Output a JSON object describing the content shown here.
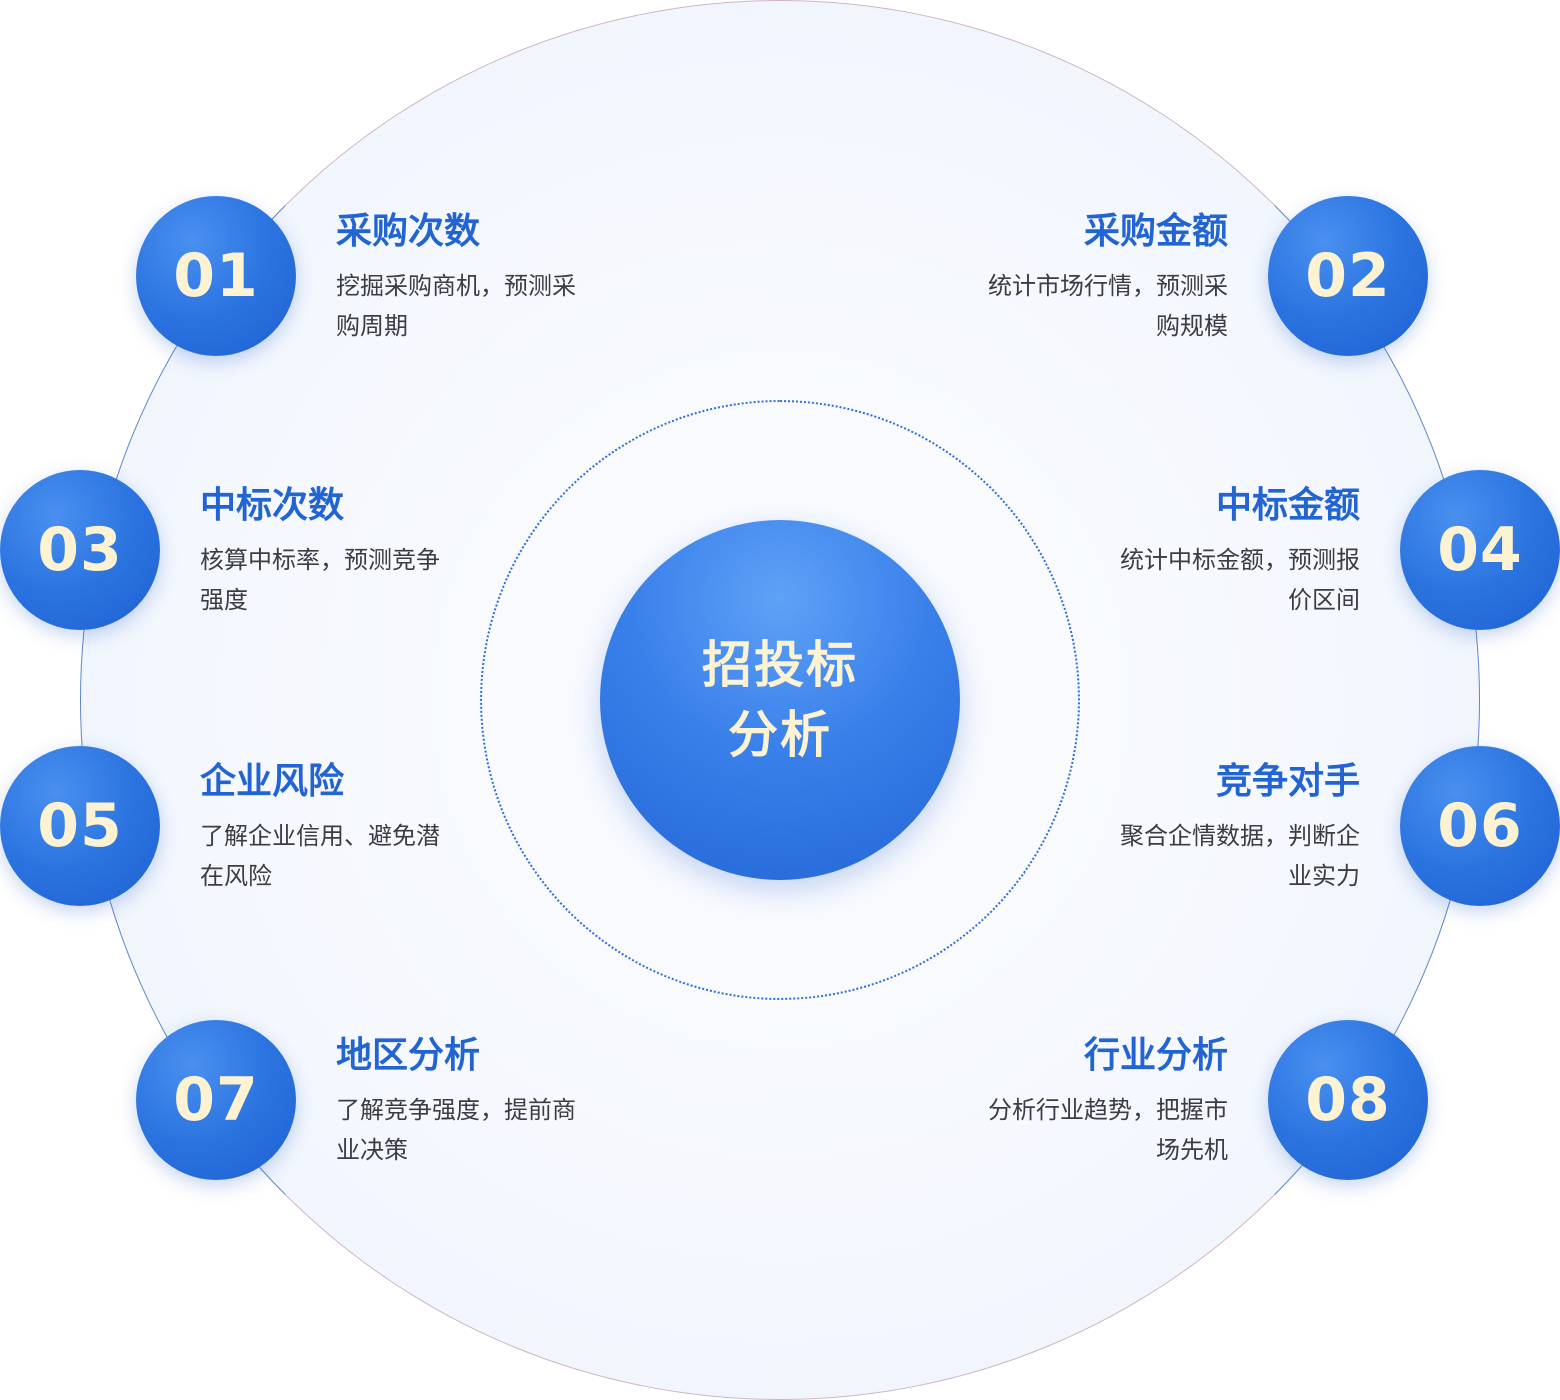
{
  "center": {
    "title": "招投标分析"
  },
  "items": [
    {
      "num": "01",
      "title": "采购次数",
      "desc": "挖掘采购商机，预测采购周期"
    },
    {
      "num": "02",
      "title": "采购金额",
      "desc": "统计市场行情，预测采购规模"
    },
    {
      "num": "03",
      "title": "中标次数",
      "desc": "核算中标率，预测竞争强度"
    },
    {
      "num": "04",
      "title": "中标金额",
      "desc": "统计中标金额，预测报价区间"
    },
    {
      "num": "05",
      "title": "企业风险",
      "desc": "了解企业信用、避免潜在风险"
    },
    {
      "num": "06",
      "title": "竞争对手",
      "desc": "聚合企情数据，判断企业实力"
    },
    {
      "num": "07",
      "title": "地区分析",
      "desc": "了解竞争强度，提前商业决策"
    },
    {
      "num": "08",
      "title": "行业分析",
      "desc": "分析行业趋势，把握市场先机"
    }
  ],
  "colors": {
    "accent": "#2264d2",
    "node_gradient_light": "#4a90f0",
    "node_gradient_dark": "#1e5fd0",
    "number_text": "#fdf3d3",
    "desc_text": "#3c3c44"
  }
}
